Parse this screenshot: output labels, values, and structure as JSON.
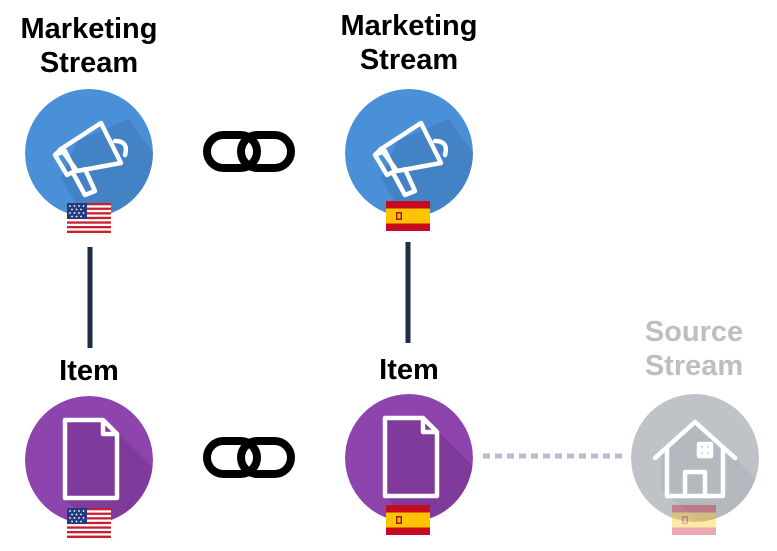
{
  "nodes": [
    {
      "id": "marketing-stream-us",
      "label_line1": "Marketing",
      "label_line2": "Stream",
      "icon": "megaphone-icon",
      "locale_flag": "us-flag-icon",
      "color": "#4a90d9"
    },
    {
      "id": "marketing-stream-es",
      "label_line1": "Marketing",
      "label_line2": "Stream",
      "icon": "megaphone-icon",
      "locale_flag": "spain-flag-icon",
      "color": "#4a90d9"
    },
    {
      "id": "item-us",
      "label_line1": "Item",
      "icon": "document-icon",
      "locale_flag": "us-flag-icon",
      "color": "#8e44ad"
    },
    {
      "id": "item-es",
      "label_line1": "Item",
      "icon": "document-icon",
      "locale_flag": "spain-flag-icon",
      "color": "#8e44ad"
    },
    {
      "id": "source-stream",
      "label_line1": "Source",
      "label_line2": "Stream",
      "icon": "house-icon",
      "locale_flag": "spain-flag-icon",
      "color": "#bfc3c8",
      "faded": true
    }
  ],
  "links": [
    {
      "type": "chain-link-icon",
      "between": [
        "marketing-stream-us",
        "marketing-stream-es"
      ]
    },
    {
      "type": "chain-link-icon",
      "between": [
        "item-us",
        "item-es"
      ]
    },
    {
      "type": "solid-line",
      "between": [
        "marketing-stream-us",
        "item-us"
      ],
      "color": "#1f2d45"
    },
    {
      "type": "solid-line",
      "between": [
        "marketing-stream-es",
        "item-es"
      ],
      "color": "#1f2d45"
    },
    {
      "type": "dotted-line",
      "between": [
        "item-es",
        "source-stream"
      ],
      "color": "#b6bfcd"
    }
  ]
}
